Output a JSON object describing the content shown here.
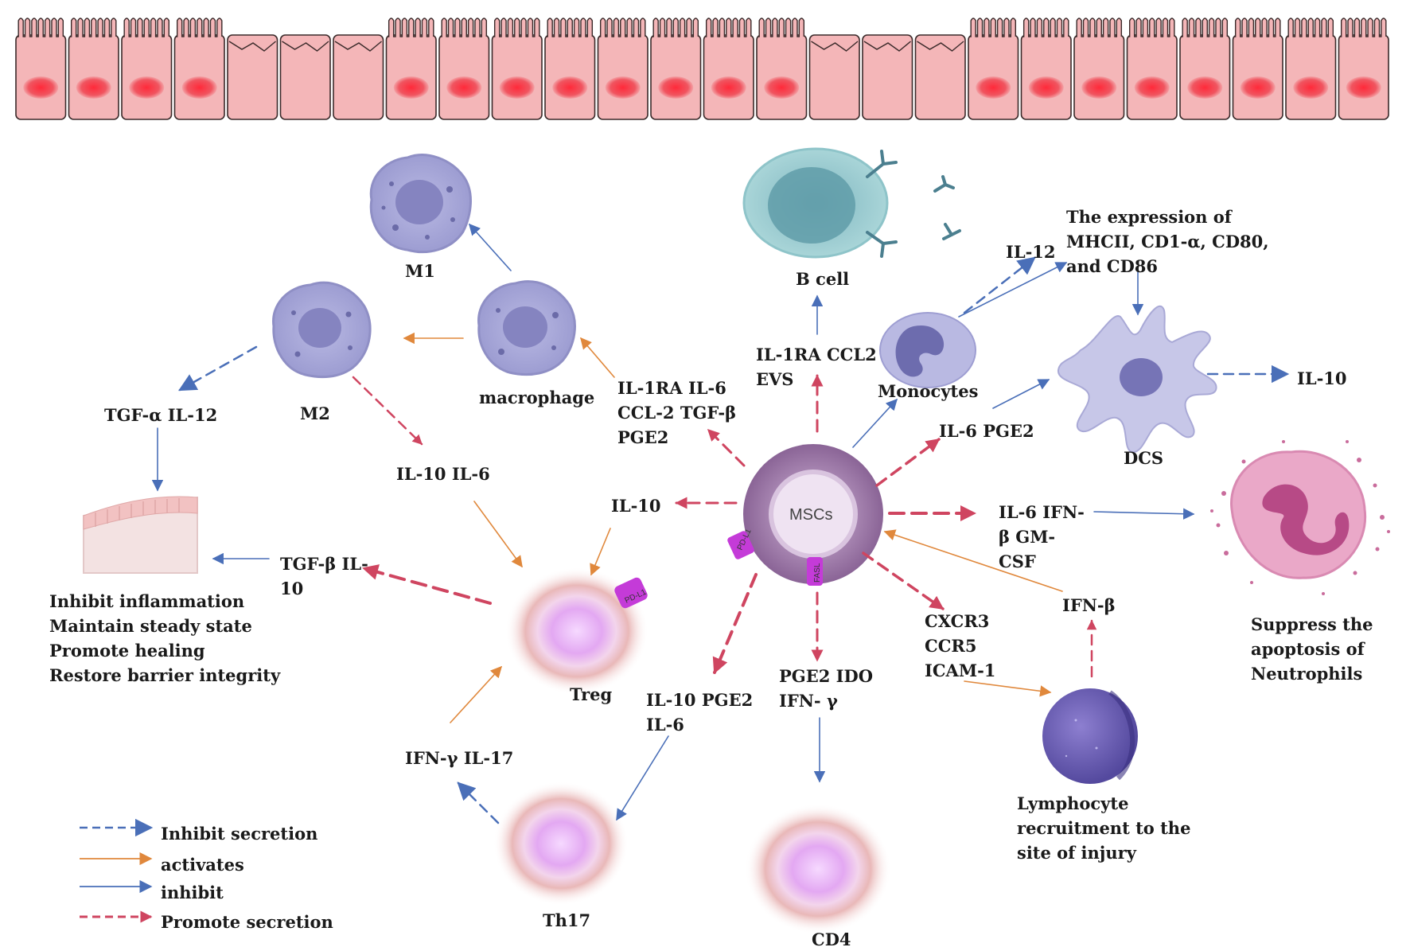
{
  "colors": {
    "inhibit_secretion": "#4a6fb8",
    "activates": "#e0883c",
    "inhibit": "#4a6fb8",
    "promote_secretion": "#cf4560",
    "epithelium": "#f4b6b8",
    "nucleus": "#e53c4a",
    "macrophage": "#a8a8d8",
    "msc": "#a986b4"
  },
  "cells": {
    "m1": "M1",
    "m2": "M2",
    "macrophage": "macrophage",
    "b_cell": "B cell",
    "monocytes": "Monocytes",
    "dcs": "DCS",
    "mscs": "MSCs",
    "treg": "Treg",
    "th17": "Th17",
    "cd4": "CD4",
    "pd_l1_msc": "PD-L1",
    "pd_l1_treg": "PD-L1",
    "fasl": "FASL"
  },
  "labels": {
    "mhc_expression": "The expression of\nMHCII, CD1-α, CD80,\nand CD86",
    "il12_mono": "IL-12",
    "il10_dc": "IL-10",
    "il1ra_ccl2_evs": "IL-1RA CCL2\nEVS",
    "il1ra_il6_group": "IL-1RA IL-6\nCCL-2 TGF-β\nPGE2",
    "tgfa_il12": "TGF-α IL-12",
    "il10_il6": "IL-10 IL-6",
    "il10_msc": "IL-10",
    "il6_pge2": "IL-6 PGE2",
    "il6_ifnb_gmcsf": "IL-6 IFN-\nβ GM-\nCSF",
    "tgfb_il10": "TGF-β IL-\n10",
    "outcomes": "Inhibit inflammation\nMaintain steady state\nPromote healing\nRestore barrier integrity",
    "ifn_b": "IFN-β",
    "cxcr3_group": "CXCR3\nCCR5\nICAM-1",
    "pge2_ido_ifng": "PGE2 IDO\nIFN- γ",
    "il10_pge2_il6": "IL-10 PGE2\nIL-6",
    "ifng_il17": "IFN-γ IL-17",
    "neutrophil_effect": "Suppress the\napoptosis of\nNeutrophils",
    "lymphocyte_effect": "Lymphocyte\nrecruitment to the\nsite of injury"
  },
  "legend": [
    {
      "style": "dashed",
      "color": "#4a6fb8",
      "label": "Inhibit secretion"
    },
    {
      "style": "solid",
      "color": "#e0883c",
      "label": "activates"
    },
    {
      "style": "solid",
      "color": "#4a6fb8",
      "label": "inhibit"
    },
    {
      "style": "dashed",
      "color": "#cf4560",
      "label": "Promote secretion"
    }
  ]
}
